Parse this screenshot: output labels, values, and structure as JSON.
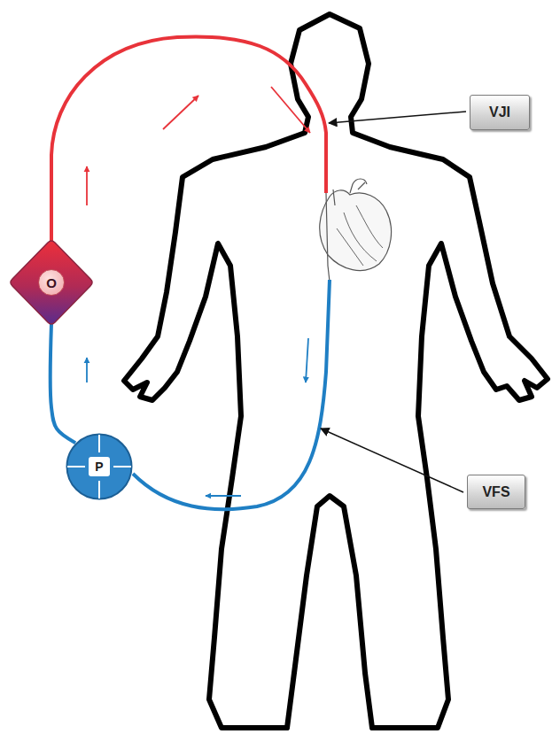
{
  "diagram": {
    "nodes": [
      {
        "text": [
          "VJI"
        ]
      },
      {
        "text": [
          "O"
        ]
      },
      {
        "text": [
          "VFS"
        ]
      },
      {
        "text": [
          "P"
        ]
      }
    ],
    "edges": [
      {
        "from": 3,
        "to": 1,
        "arrow": "none"
      }
    ]
  }
}
